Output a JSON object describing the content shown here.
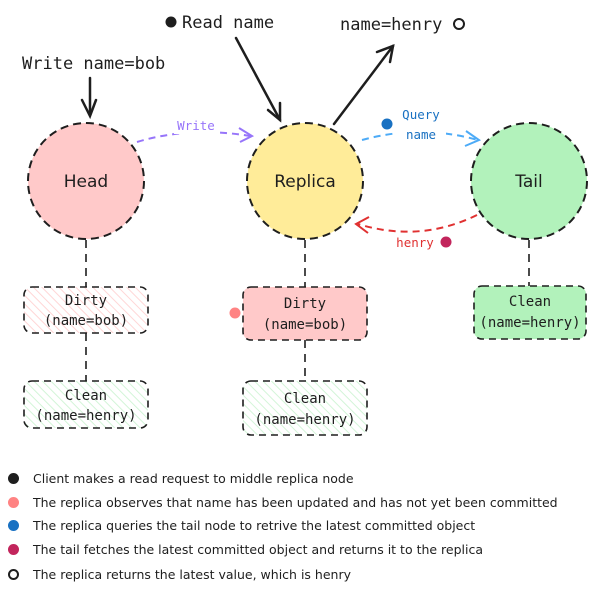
{
  "labels": {
    "write_request": "Write name=bob",
    "read_request": "Read name",
    "read_response": "name=henry",
    "write_arrow": "Write",
    "query_line1": "Query",
    "query_line2": "name",
    "henry_arrow": "henry"
  },
  "nodes": {
    "head": "Head",
    "replica": "Replica",
    "tail": "Tail"
  },
  "boxes": {
    "head_dirty": {
      "line1": "Dirty",
      "line2": "(name=bob)"
    },
    "head_clean": {
      "line1": "Clean",
      "line2": "(name=henry)"
    },
    "replica_dirty": {
      "line1": "Dirty",
      "line2": "(name=bob)"
    },
    "replica_clean": {
      "line1": "Clean",
      "line2": "(name=henry)"
    },
    "tail_clean": {
      "line1": "Clean",
      "line2": "(name=henry)"
    }
  },
  "legend": [
    {
      "color": "#1e1e1e",
      "hollow": false,
      "text": "Client makes a read request to middle replica node"
    },
    {
      "color": "#ff8383",
      "hollow": false,
      "text": "The replica observes that name has been updated and has not yet been committed"
    },
    {
      "color": "#1971c2",
      "hollow": false,
      "text": "The replica queries the tail node to retrive the latest committed object"
    },
    {
      "color": "#c2255c",
      "hollow": false,
      "text": "The tail fetches the latest committed object and returns it to the replica"
    },
    {
      "color": "#1e1e1e",
      "hollow": true,
      "text": "The replica returns the latest value, which is henry"
    }
  ],
  "colors": {
    "head_fill": "#ffc9c9",
    "replica_fill": "#ffec99",
    "tail_fill": "#b2f2bb",
    "write_arrow": "#9775fa",
    "query_arrow": "#4dabf7",
    "henry_arrow": "#e03131",
    "dirty_active_fill": "#ffc9c9",
    "clean_active_fill": "#b2f2bb"
  }
}
